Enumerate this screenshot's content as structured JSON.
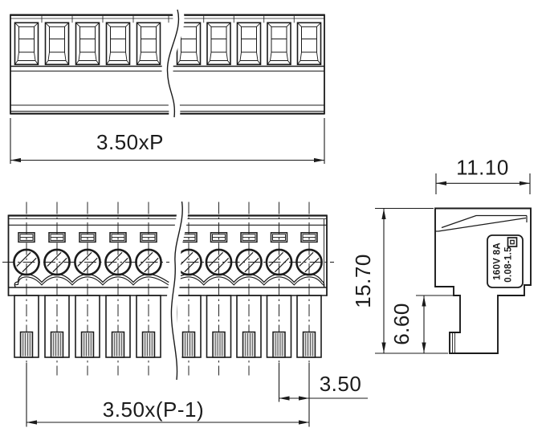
{
  "colors": {
    "background": "#ffffff",
    "ink": "#1b1b1b",
    "pin_fill": "#dedede"
  },
  "views": {
    "top": {
      "positions": 10,
      "broken": true
    },
    "front": {
      "positions": 10,
      "broken": true
    },
    "side": {
      "positions": 1,
      "broken": false
    }
  },
  "dims": {
    "overall_width": "3.50xP",
    "pin_span": "3.50x(P-1)",
    "pitch": "3.50",
    "body_width": "11.10",
    "body_height": "15.70",
    "pin_section_height": "6.60"
  },
  "label": {
    "line1": "160V 8A",
    "line2": "0.08-1.5"
  }
}
